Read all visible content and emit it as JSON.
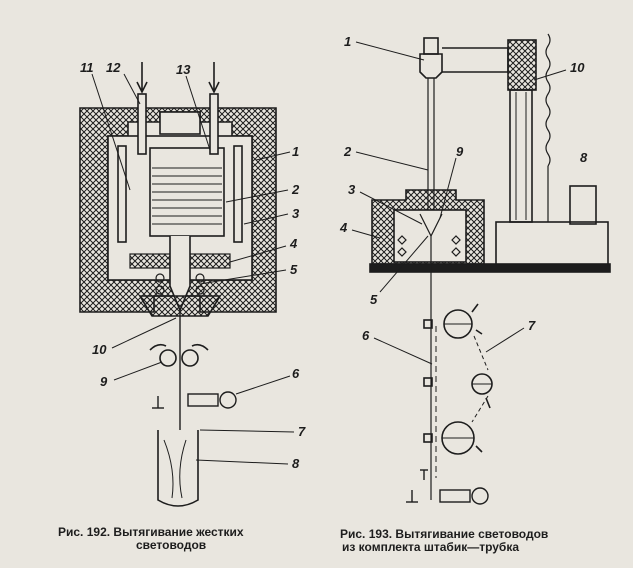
{
  "figure1": {
    "labels": [
      "11",
      "12",
      "13",
      "1",
      "2",
      "3",
      "4",
      "5",
      "10",
      "9",
      "6",
      "7",
      "8"
    ],
    "caption_line1": "Рис. 192. Вытягивание жестких",
    "caption_line2": "световодов"
  },
  "figure2": {
    "labels": [
      "1",
      "10",
      "2",
      "9",
      "3",
      "4",
      "8",
      "5",
      "6",
      "7"
    ],
    "caption_line1": "Рис. 193. Вытягивание световодов",
    "caption_line2": "из комплекта штабик—трубка"
  },
  "colors": {
    "ink": "#1d1d1d",
    "paper": "#e9e6df"
  }
}
